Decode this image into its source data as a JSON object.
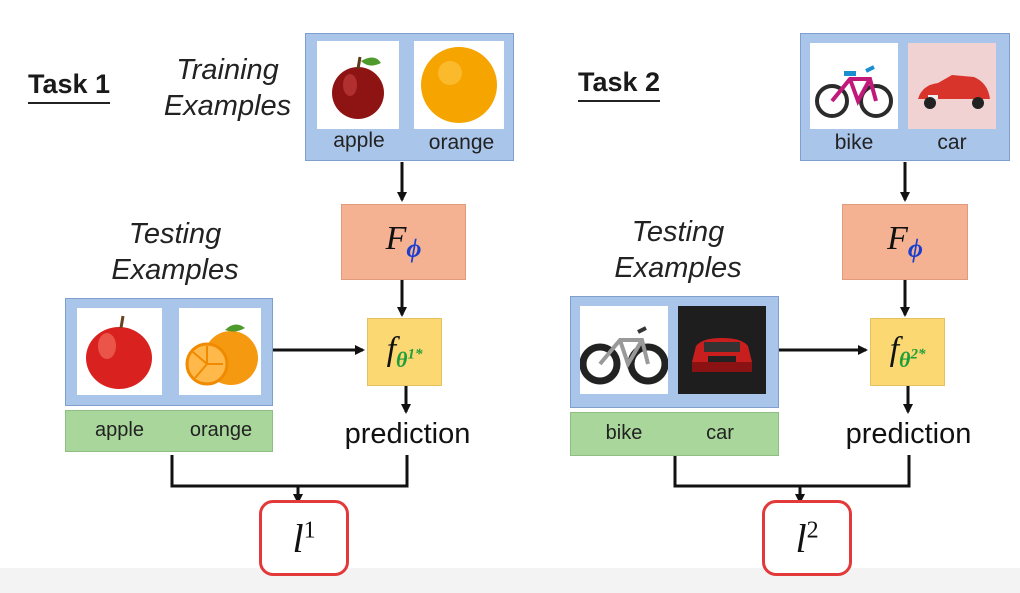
{
  "task1": {
    "title": "Task 1",
    "training_label_line1": "Training",
    "training_label_line2": "Examples",
    "testing_label_line1": "Testing",
    "testing_label_line2": "Examples",
    "train_captions": [
      "apple",
      "orange"
    ],
    "test_captions": [
      "apple",
      "orange"
    ],
    "meta_learner": "F",
    "meta_sub": "ϕ",
    "learned_f": "f",
    "learned_sub": "θ",
    "learned_sup": "1*",
    "prediction": "prediction",
    "loss": "l",
    "loss_sup": "1"
  },
  "task2": {
    "title": "Task 2",
    "testing_label_line1": "Testing",
    "testing_label_line2": "Examples",
    "train_captions": [
      "bike",
      "car"
    ],
    "test_captions": [
      "bike",
      "car"
    ],
    "meta_learner": "F",
    "meta_sub": "ϕ",
    "learned_f": "f",
    "learned_sub": "θ",
    "learned_sup": "2*",
    "prediction": "prediction",
    "loss": "l",
    "loss_sup": "2"
  },
  "colors": {
    "training_box": "#a9c5ea",
    "label_bar": "#a8d69b",
    "meta_box": "#f5b293",
    "learned_box": "#fbd872",
    "loss_border": "#e23a3a",
    "phi_color": "#1a3fd0",
    "theta_color": "#1e9e3a"
  }
}
